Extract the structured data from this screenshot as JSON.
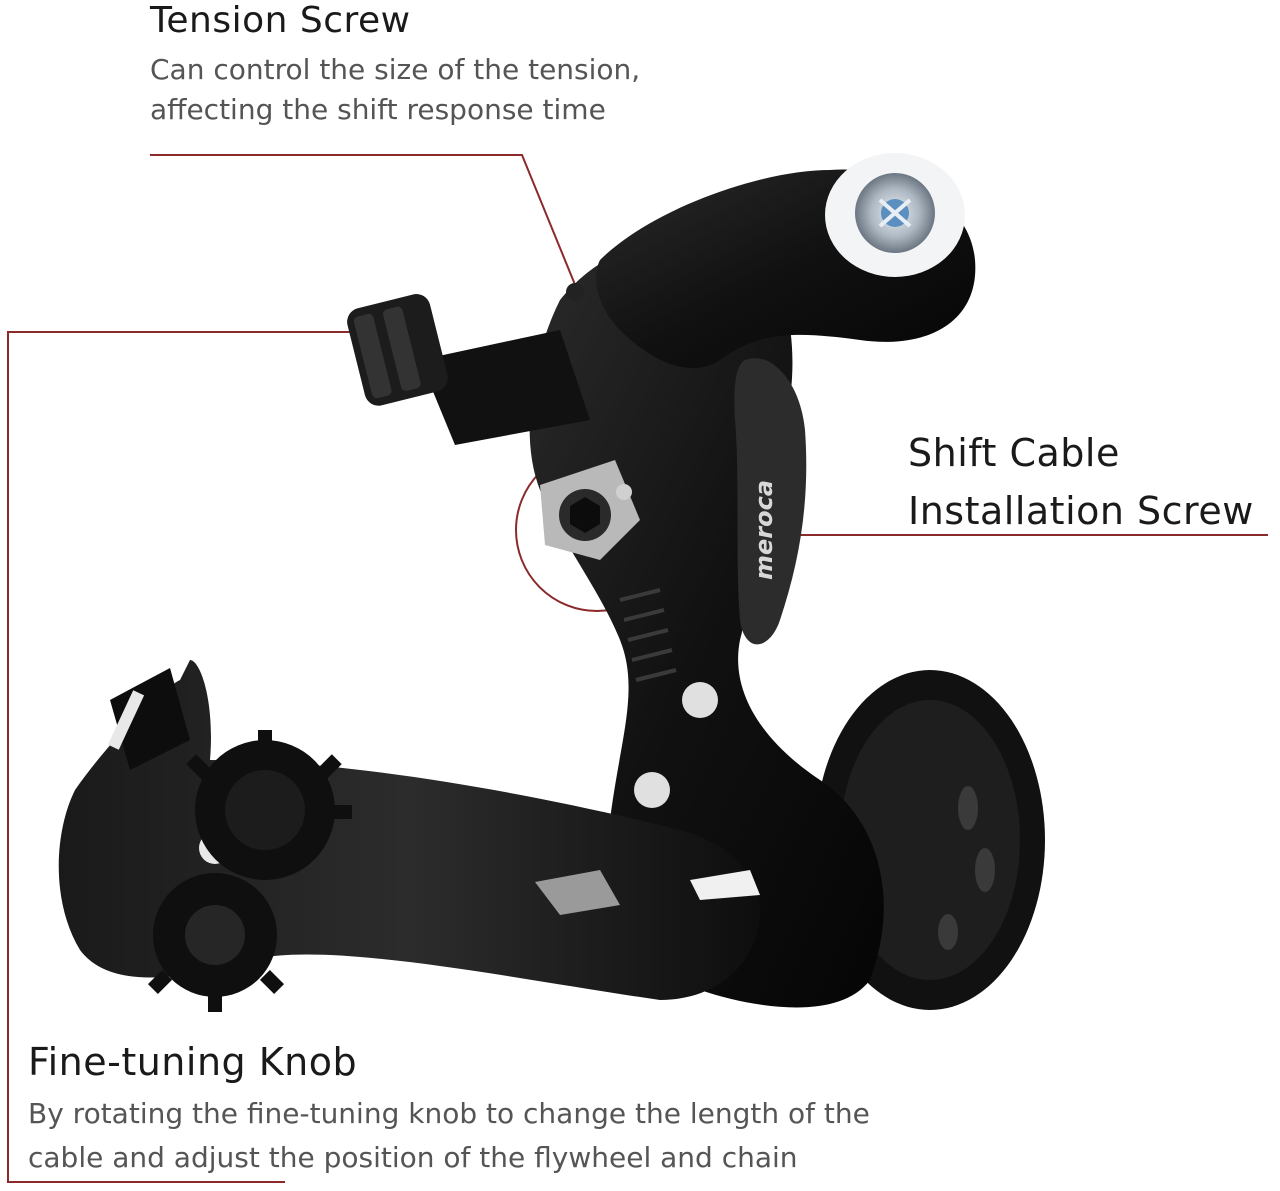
{
  "callouts": {
    "tension_screw": {
      "title": "Tension Screw",
      "lines": [
        "Can control the size of the tension,",
        "affecting the shift response time"
      ]
    },
    "shift_cable": {
      "lines": [
        "Shift Cable",
        "Installation Screw"
      ]
    },
    "fine_tuning": {
      "title": "Fine-tuning Knob",
      "lines": [
        "By rotating the fine-tuning knob to change the length of the",
        "cable and adjust the position of the flywheel and chain"
      ]
    }
  },
  "product": {
    "brand_mark": "meroca"
  },
  "colors": {
    "leader_line": "#8b2a2a",
    "derailleur_body": "#151515",
    "metal": "#c9cdd2",
    "background": "#ffffff"
  }
}
